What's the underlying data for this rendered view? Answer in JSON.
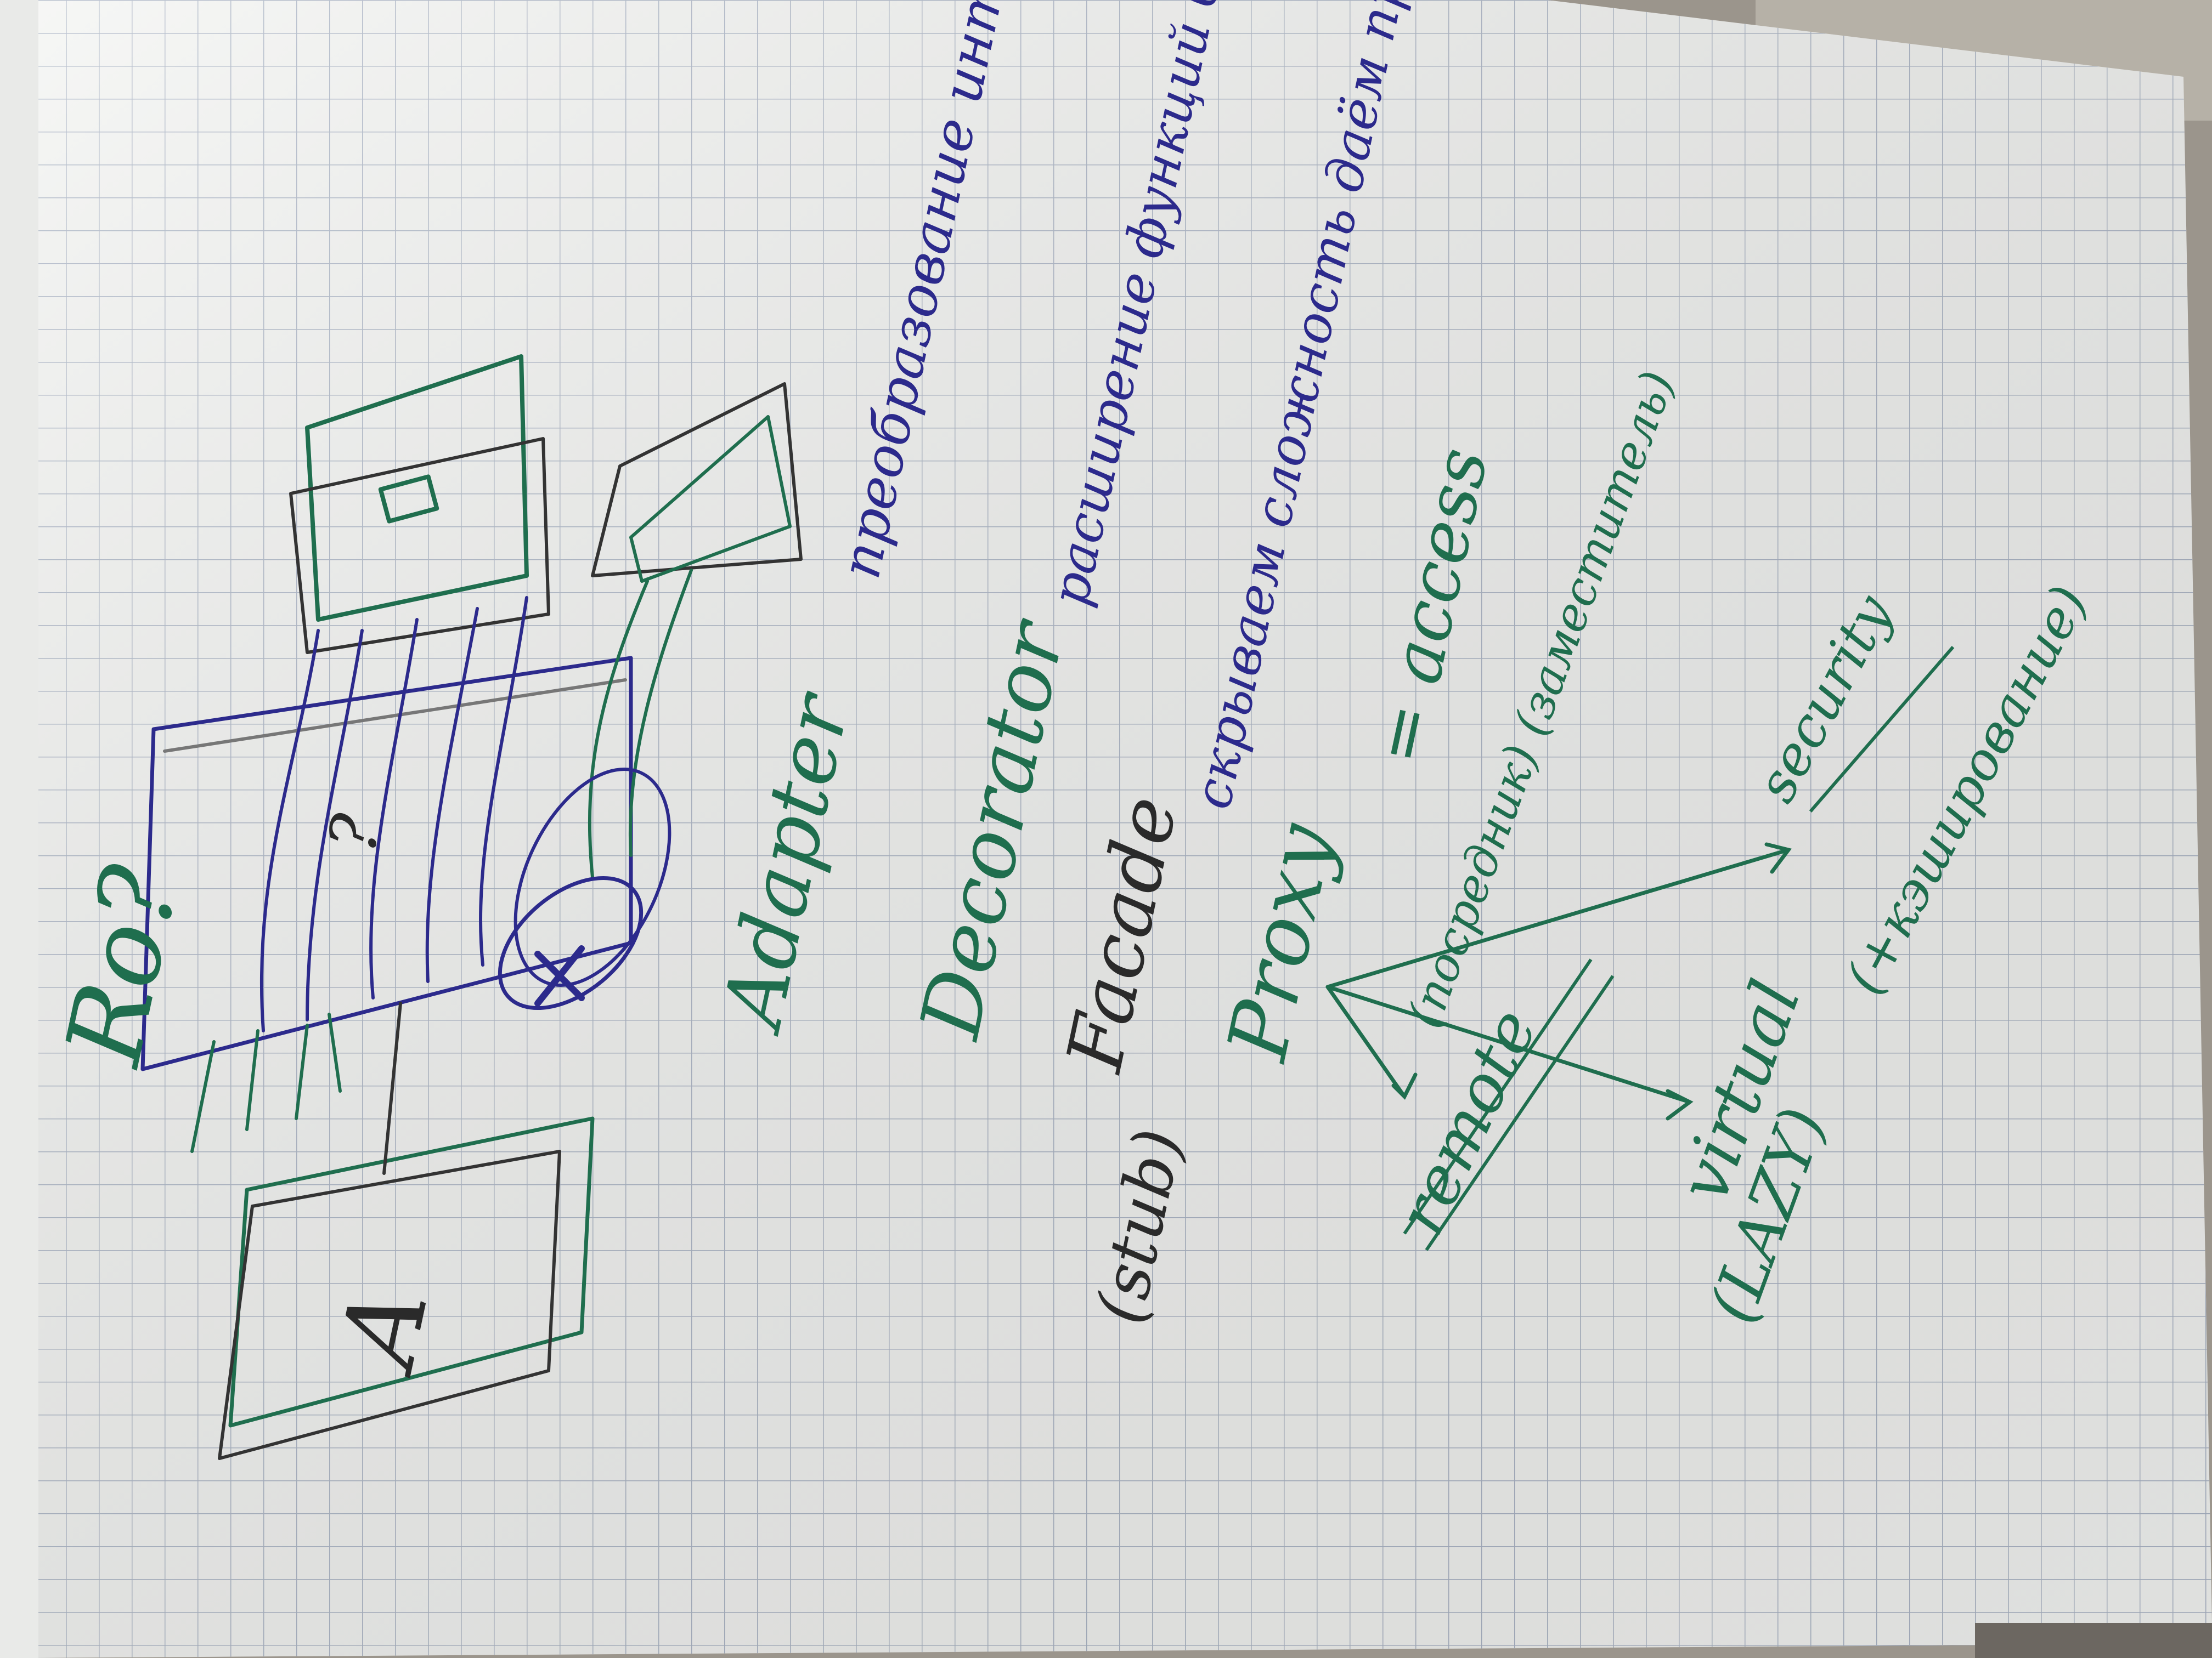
{
  "sketch": {
    "left_diagram": {
      "label_top": "Ro?",
      "label_center": "?",
      "label_client": "A"
    },
    "notes": [
      {
        "term": "Adapter",
        "definition": "преобразование интерф."
      },
      {
        "term": "Decorator",
        "definition": "расширение функций без наслед."
      },
      {
        "term": "Facade",
        "definition": "скрываем сложность даём простой API"
      }
    ],
    "proxy": {
      "term": "Proxy",
      "definition": "= access",
      "aside": "(посредник) (заместитель)",
      "stub": "(stub)",
      "branches": [
        {
          "label": "remote"
        },
        {
          "label": "virtual",
          "note": "(LAZY)"
        },
        {
          "label": "security",
          "note": "(+кэширование)"
        }
      ]
    }
  },
  "colors": {
    "paper": "#f3f4f2",
    "grid": "#a9b3c4",
    "blue_ink": "#2c2a8c",
    "green_ink": "#1f6e4e",
    "black_ink": "#2a2a2a",
    "background": "#9b958c"
  }
}
